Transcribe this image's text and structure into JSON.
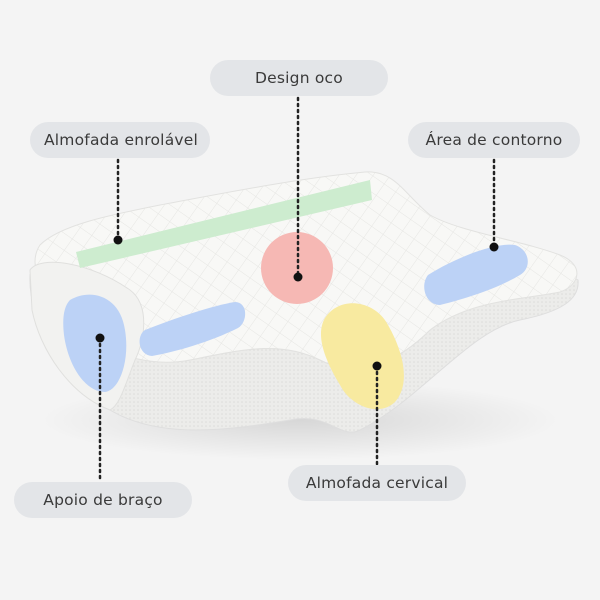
{
  "labels": {
    "hollow_design": "Design oco",
    "roll_pillow": "Almofada enrolável",
    "contour_area": "Área de contorno",
    "arm_rest": "Apoio de braço",
    "cervical_pillow": "Almofada cervical"
  },
  "colors": {
    "background": "#f4f4f4",
    "pillow": "#f8f8f6",
    "mesh": "#e9e9e7",
    "label_bg": "#e3e5e8",
    "green_zone": "#cdeccf",
    "red_zone": "#f6b8b4",
    "yellow_zone": "#f8eaa0",
    "blue_zone": "#bcd2f6"
  }
}
